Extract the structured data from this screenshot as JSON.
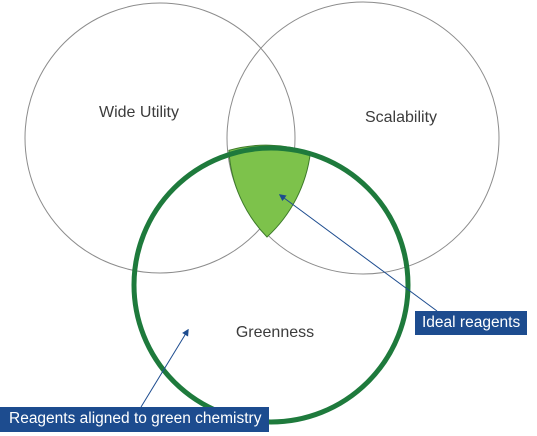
{
  "circles": {
    "wide_utility": {
      "label": "Wide Utility"
    },
    "scalability": {
      "label": "Scalability"
    },
    "greenness": {
      "label": "Greenness"
    }
  },
  "callouts": {
    "ideal_reagents": "Ideal reagents",
    "green_chemistry": "Reagents aligned to green chemistry"
  },
  "colors": {
    "circle_outline": "#8c8c8c",
    "greenness_outline": "#1e7a3c",
    "intersection_fill": "#7dc24b",
    "callout_bg": "#1d4c8f",
    "arrow": "#1d4c8f"
  }
}
